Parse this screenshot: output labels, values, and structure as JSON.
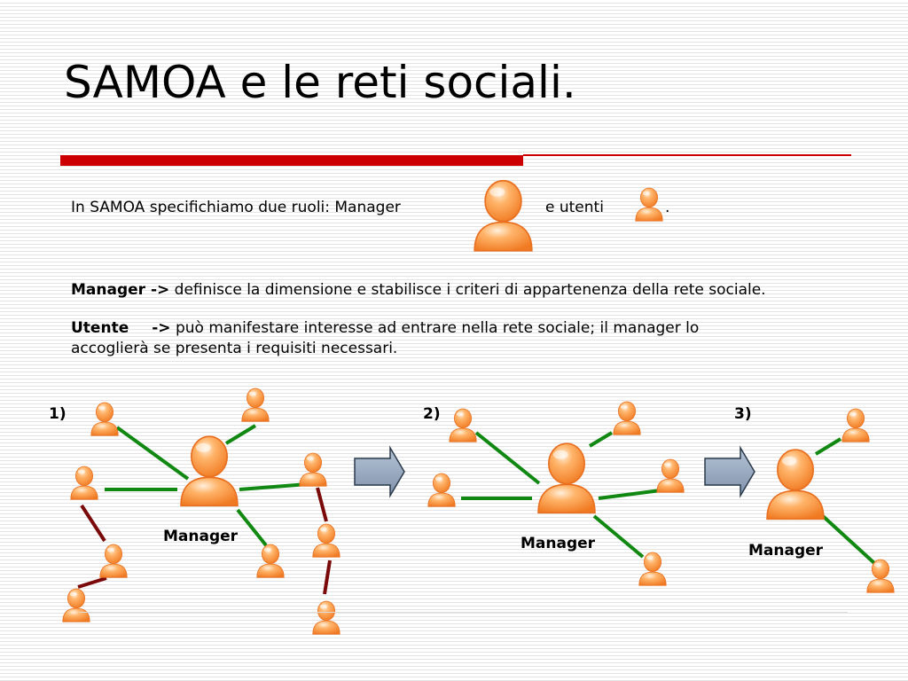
{
  "title": "SAMOA e le reti sociali.",
  "intro": {
    "text": "In SAMOA specifichiamo due ruoli: Manager",
    "utenti": "e utenti",
    "end": "."
  },
  "paragraphs": {
    "manager_term": "Manager ->",
    "manager_text": " definisce la dimensione e stabilisce i criteri di appartenenza della rete sociale.",
    "utente_term": "Utente",
    "utente_arrow": "->",
    "utente_text_line1": " può manifestare interesse ad entrare nella rete sociale; il manager lo",
    "utente_text_line2": "accoglierà se presenta i requisiti necessari."
  },
  "steps": [
    {
      "number": "1)",
      "manager_label": "Manager"
    },
    {
      "number": "2)",
      "manager_label": "Manager"
    },
    {
      "number": "3)",
      "manager_label": "Manager"
    }
  ],
  "colors": {
    "title_rule": "#cc0000",
    "connection_green": "#118811",
    "connection_dark_red": "#7a0a0a",
    "person_orange": "#f7923a",
    "arrow_fill": "#8fa1b8"
  }
}
